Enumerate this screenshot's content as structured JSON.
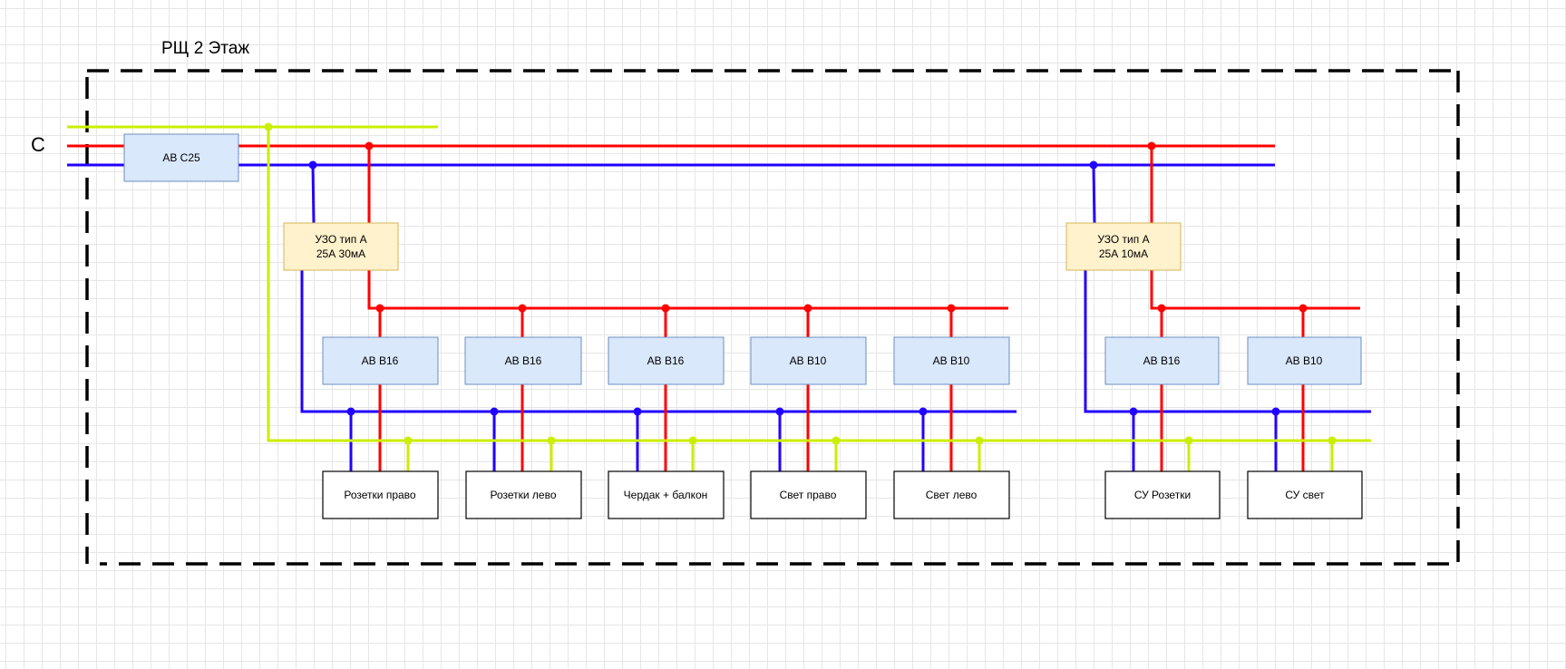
{
  "title": "РЩ 2 Этаж",
  "phase_label": "С",
  "colors": {
    "phase": "#ff0000",
    "neutral": "#2200ff",
    "ground": "#ccee00",
    "enclosure": "#000000"
  },
  "main_breaker": "АВ С25",
  "rcds": [
    {
      "line1": "УЗО тип А",
      "line2": "25А 30мА"
    },
    {
      "line1": "УЗО тип А",
      "line2": "25А 10мА"
    }
  ],
  "breakers": [
    "АВ В16",
    "АВ В16",
    "АВ В16",
    "АВ В10",
    "АВ В10",
    "АВ В16",
    "АВ В10"
  ],
  "loads": [
    "Розетки право",
    "Розетки лево",
    "Чердак + балкон",
    "Свет право",
    "Свет лево",
    "СУ Розетки",
    "СУ свет"
  ]
}
